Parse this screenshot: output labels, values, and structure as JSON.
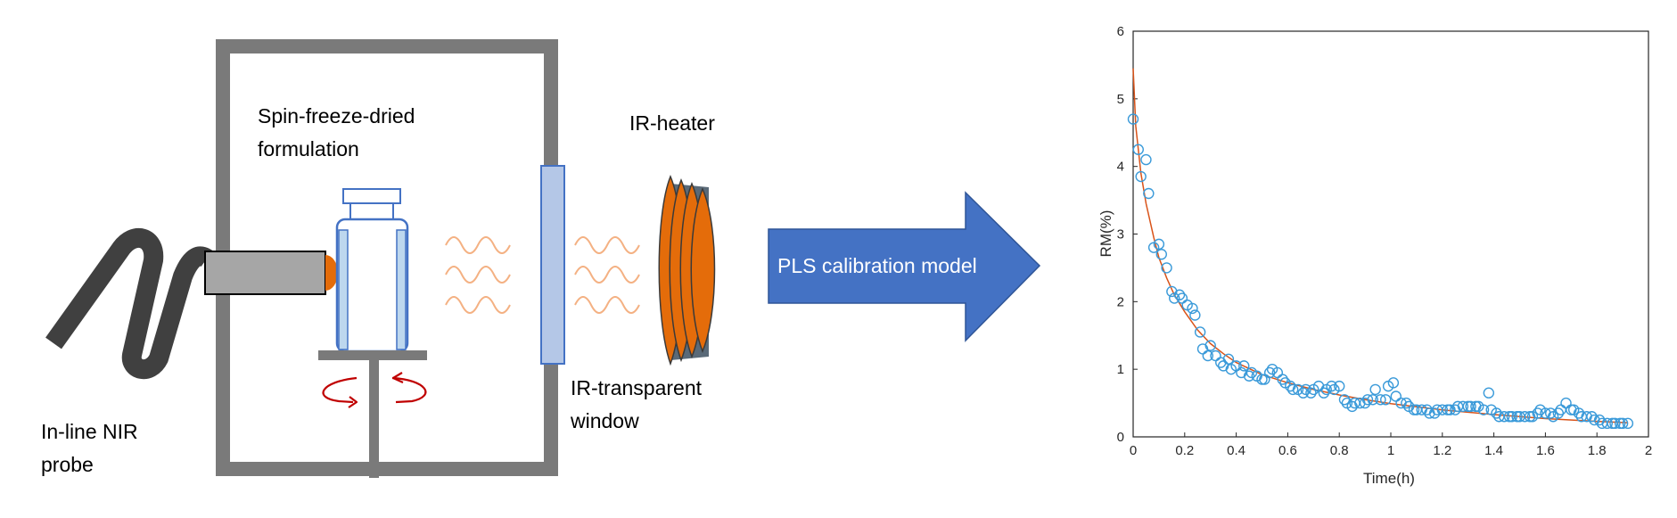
{
  "setup": {
    "labels": {
      "formulation_line1": "Spin-freeze-dried",
      "formulation_line2": "formulation",
      "heater": "IR-heater",
      "window_line1": "IR-transparent",
      "window_line2": "window",
      "probe_line1": "In-line NIR",
      "probe_line2": "probe"
    },
    "colors": {
      "chamber": "#7a7a7a",
      "probe_cable": "#404040",
      "probe_head": "#a6a6a6",
      "probe_tip": "#e46c0a",
      "vial": "#bdd7ee",
      "vial_edge": "#4472c4",
      "window": "#b4c7e7",
      "heater": "#e46c0a",
      "heater_back": "#5a6a78",
      "ir_waves": "#f4b183",
      "rotation_arrows": "#c00000"
    },
    "icons": [
      "rotation-arrow-icon",
      "ir-wave-icon"
    ]
  },
  "arrow": {
    "label": "PLS calibration model",
    "color": "#4472c4",
    "text_color": "#ffffff"
  },
  "chart_data": {
    "type": "scatter",
    "xlabel": "Time(h)",
    "ylabel": "RM(%)",
    "xlim": [
      0,
      2
    ],
    "ylim": [
      0,
      6
    ],
    "xticks": [
      "0",
      "0.2",
      "0.4",
      "0.6",
      "0.8",
      "1",
      "1.2",
      "1.4",
      "1.6",
      "1.8",
      "2"
    ],
    "yticks": [
      "0",
      "1",
      "2",
      "3",
      "4",
      "5",
      "6"
    ],
    "grid": false,
    "marker_color": "#3a9ad9",
    "fit_color": "#d95319",
    "series": [
      {
        "kind": "points",
        "x": [
          0.0,
          0.02,
          0.03,
          0.05,
          0.06,
          0.08,
          0.1,
          0.11,
          0.13,
          0.15,
          0.16,
          0.18,
          0.19,
          0.21,
          0.23,
          0.24,
          0.26,
          0.27,
          0.29,
          0.3,
          0.32,
          0.34,
          0.35,
          0.37,
          0.38,
          0.4,
          0.42,
          0.43,
          0.45,
          0.46,
          0.48,
          0.5,
          0.51,
          0.53,
          0.54,
          0.56,
          0.58,
          0.59,
          0.61,
          0.62,
          0.64,
          0.66,
          0.67,
          0.69,
          0.7,
          0.72,
          0.74,
          0.75,
          0.77,
          0.78,
          0.8,
          0.82,
          0.83,
          0.85,
          0.86,
          0.88,
          0.9,
          0.91,
          0.93,
          0.94,
          0.96,
          0.98,
          0.99,
          1.01,
          1.02,
          1.04,
          1.06,
          1.07,
          1.09,
          1.1,
          1.12,
          1.14,
          1.15,
          1.17,
          1.18,
          1.2,
          1.22,
          1.23,
          1.25,
          1.26,
          1.28,
          1.3,
          1.31,
          1.33,
          1.34,
          1.36,
          1.38,
          1.39,
          1.41,
          1.42,
          1.44,
          1.46,
          1.47,
          1.49,
          1.5,
          1.52,
          1.54,
          1.55,
          1.57,
          1.58,
          1.6,
          1.62,
          1.63,
          1.65,
          1.66,
          1.68,
          1.7,
          1.71,
          1.73,
          1.74,
          1.76,
          1.78,
          1.79,
          1.81,
          1.82,
          1.84,
          1.86,
          1.87,
          1.89,
          1.9,
          1.92
        ],
        "y": [
          4.7,
          4.25,
          3.85,
          4.1,
          3.6,
          2.8,
          2.85,
          2.7,
          2.5,
          2.15,
          2.05,
          2.1,
          2.05,
          1.95,
          1.9,
          1.8,
          1.55,
          1.3,
          1.2,
          1.35,
          1.2,
          1.1,
          1.05,
          1.15,
          1.0,
          1.05,
          0.95,
          1.05,
          0.9,
          0.95,
          0.9,
          0.85,
          0.85,
          0.95,
          1.0,
          0.95,
          0.85,
          0.8,
          0.75,
          0.7,
          0.7,
          0.65,
          0.7,
          0.65,
          0.7,
          0.75,
          0.65,
          0.7,
          0.75,
          0.7,
          0.75,
          0.55,
          0.5,
          0.45,
          0.5,
          0.5,
          0.5,
          0.55,
          0.55,
          0.7,
          0.55,
          0.55,
          0.75,
          0.8,
          0.6,
          0.5,
          0.5,
          0.45,
          0.4,
          0.4,
          0.4,
          0.4,
          0.35,
          0.35,
          0.4,
          0.4,
          0.4,
          0.4,
          0.4,
          0.45,
          0.45,
          0.45,
          0.45,
          0.45,
          0.45,
          0.4,
          0.65,
          0.4,
          0.35,
          0.3,
          0.3,
          0.3,
          0.3,
          0.3,
          0.3,
          0.3,
          0.3,
          0.3,
          0.35,
          0.4,
          0.35,
          0.35,
          0.3,
          0.35,
          0.4,
          0.5,
          0.4,
          0.4,
          0.35,
          0.3,
          0.3,
          0.3,
          0.25,
          0.25,
          0.2,
          0.2,
          0.2,
          0.2,
          0.2,
          0.2,
          0.2
        ]
      },
      {
        "kind": "fit_line",
        "x": [
          0.0,
          0.01,
          0.03,
          0.05,
          0.08,
          0.1,
          0.13,
          0.16,
          0.2,
          0.25,
          0.3,
          0.35,
          0.4,
          0.5,
          0.6,
          0.7,
          0.8,
          0.9,
          1.0,
          1.2,
          1.4,
          1.6,
          1.8,
          1.92
        ],
        "y": [
          5.45,
          4.6,
          3.9,
          3.45,
          2.95,
          2.65,
          2.35,
          2.1,
          1.85,
          1.58,
          1.38,
          1.23,
          1.1,
          0.92,
          0.8,
          0.7,
          0.62,
          0.55,
          0.49,
          0.4,
          0.33,
          0.27,
          0.23,
          0.21
        ]
      }
    ]
  }
}
